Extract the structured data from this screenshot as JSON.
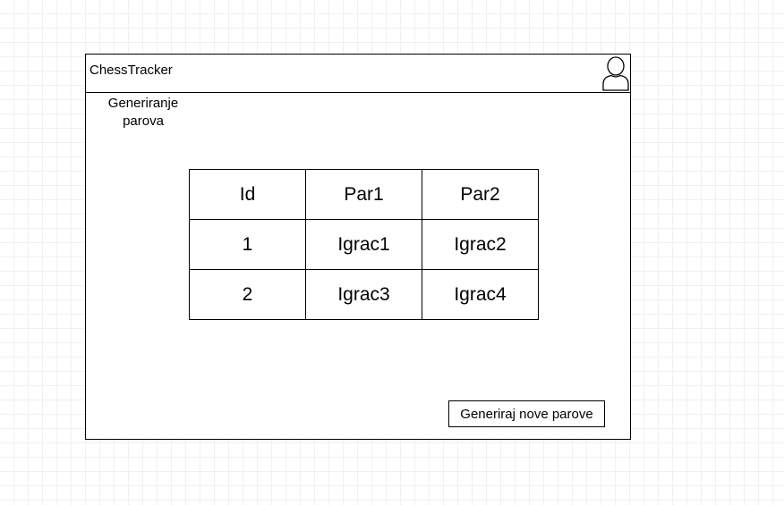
{
  "header": {
    "app_title": "ChessTracker",
    "user_icon": "user-icon"
  },
  "page": {
    "title_line1": "Generiranje",
    "title_line2": "parova"
  },
  "table": {
    "columns": [
      "Id",
      "Par1",
      "Par2"
    ],
    "rows": [
      [
        "1",
        "Igrac1",
        "Igrac2"
      ],
      [
        "2",
        "Igrac3",
        "Igrac4"
      ]
    ]
  },
  "actions": {
    "generate_label": "Generiraj nove parove"
  }
}
